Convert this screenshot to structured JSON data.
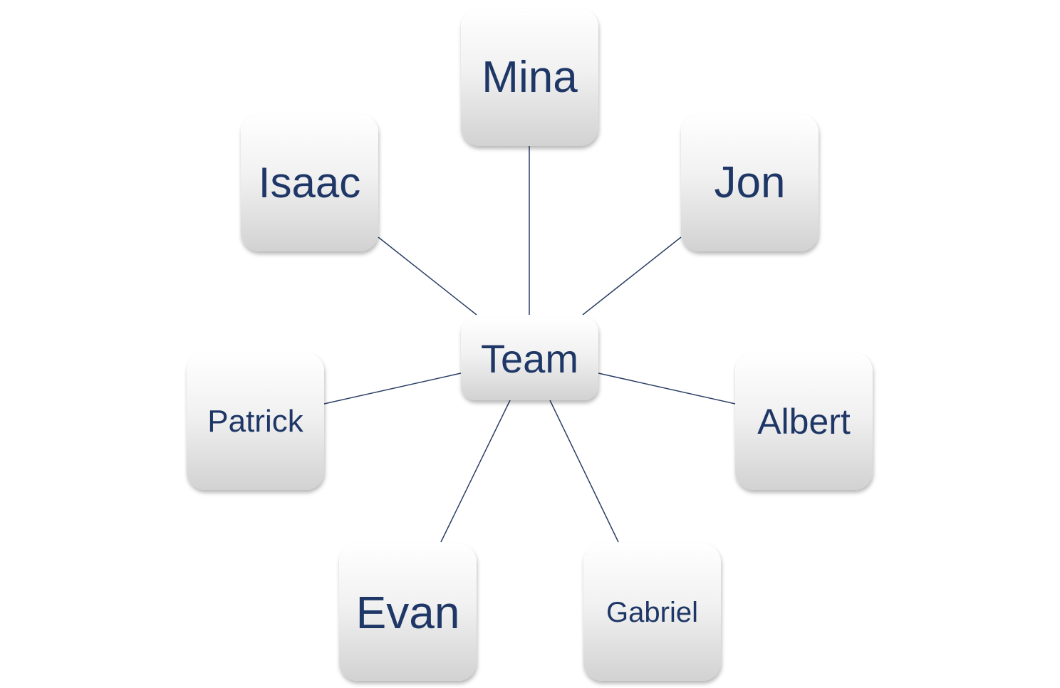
{
  "diagram": {
    "center": {
      "id": "team",
      "label": "Team"
    },
    "members": [
      {
        "id": "mina",
        "label": "Mina"
      },
      {
        "id": "isaac",
        "label": "Isaac"
      },
      {
        "id": "jon",
        "label": "Jon"
      },
      {
        "id": "patrick",
        "label": "Patrick"
      },
      {
        "id": "albert",
        "label": "Albert"
      },
      {
        "id": "evan",
        "label": "Evan"
      },
      {
        "id": "gabriel",
        "label": "Gabriel"
      }
    ],
    "edges": [
      {
        "from": "team",
        "to": "mina"
      },
      {
        "from": "team",
        "to": "isaac"
      },
      {
        "from": "team",
        "to": "jon"
      },
      {
        "from": "team",
        "to": "patrick"
      },
      {
        "from": "team",
        "to": "albert"
      },
      {
        "from": "team",
        "to": "evan"
      },
      {
        "from": "team",
        "to": "gabriel"
      }
    ],
    "colors": {
      "text": "#1f3766",
      "connector": "#2b3f66"
    }
  }
}
